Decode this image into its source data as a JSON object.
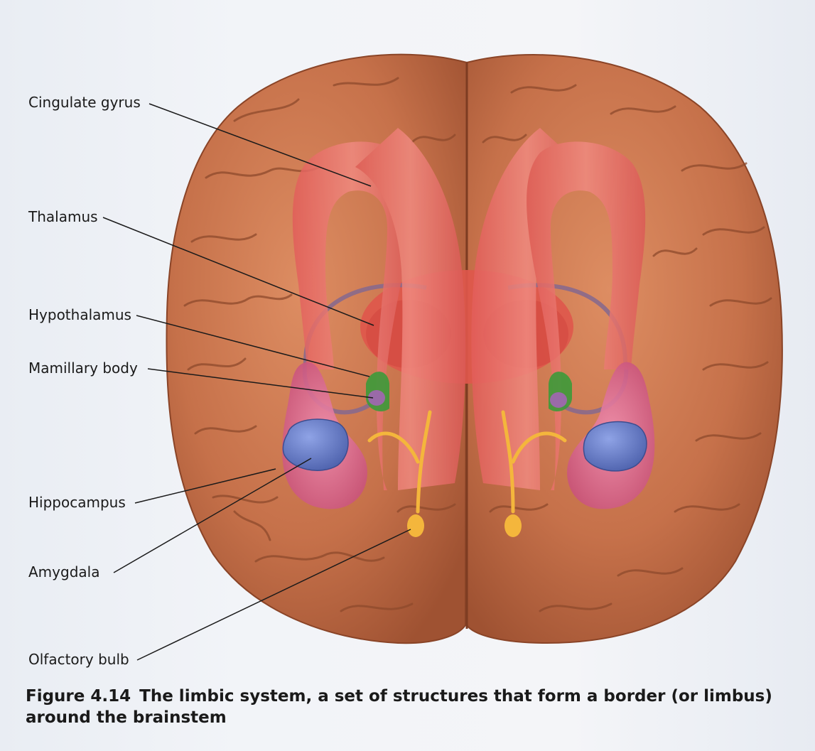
{
  "labels": {
    "cingulate_gyrus": "Cingulate gyrus",
    "thalamus": "Thalamus",
    "hypothalamus": "Hypothalamus",
    "mamillary_body": "Mamillary body",
    "hippocampus": "Hippocampus",
    "amygdala": "Amygdala",
    "olfactory_bulb": "Olfactory bulb"
  },
  "caption": {
    "figure_number": "Figure 4.14",
    "text": "The limbic system, a set of structures that form a border (or limbus) around the brainstem"
  },
  "colors": {
    "cortex": "#c8764e",
    "cingulate": "#e8706a",
    "hippocampus": "#d96a8c",
    "amygdala": "#6f84c7",
    "olfactory": "#f4b63c",
    "hypothalamus": "#3c9a3a",
    "fornix": "#8a6a8c"
  }
}
